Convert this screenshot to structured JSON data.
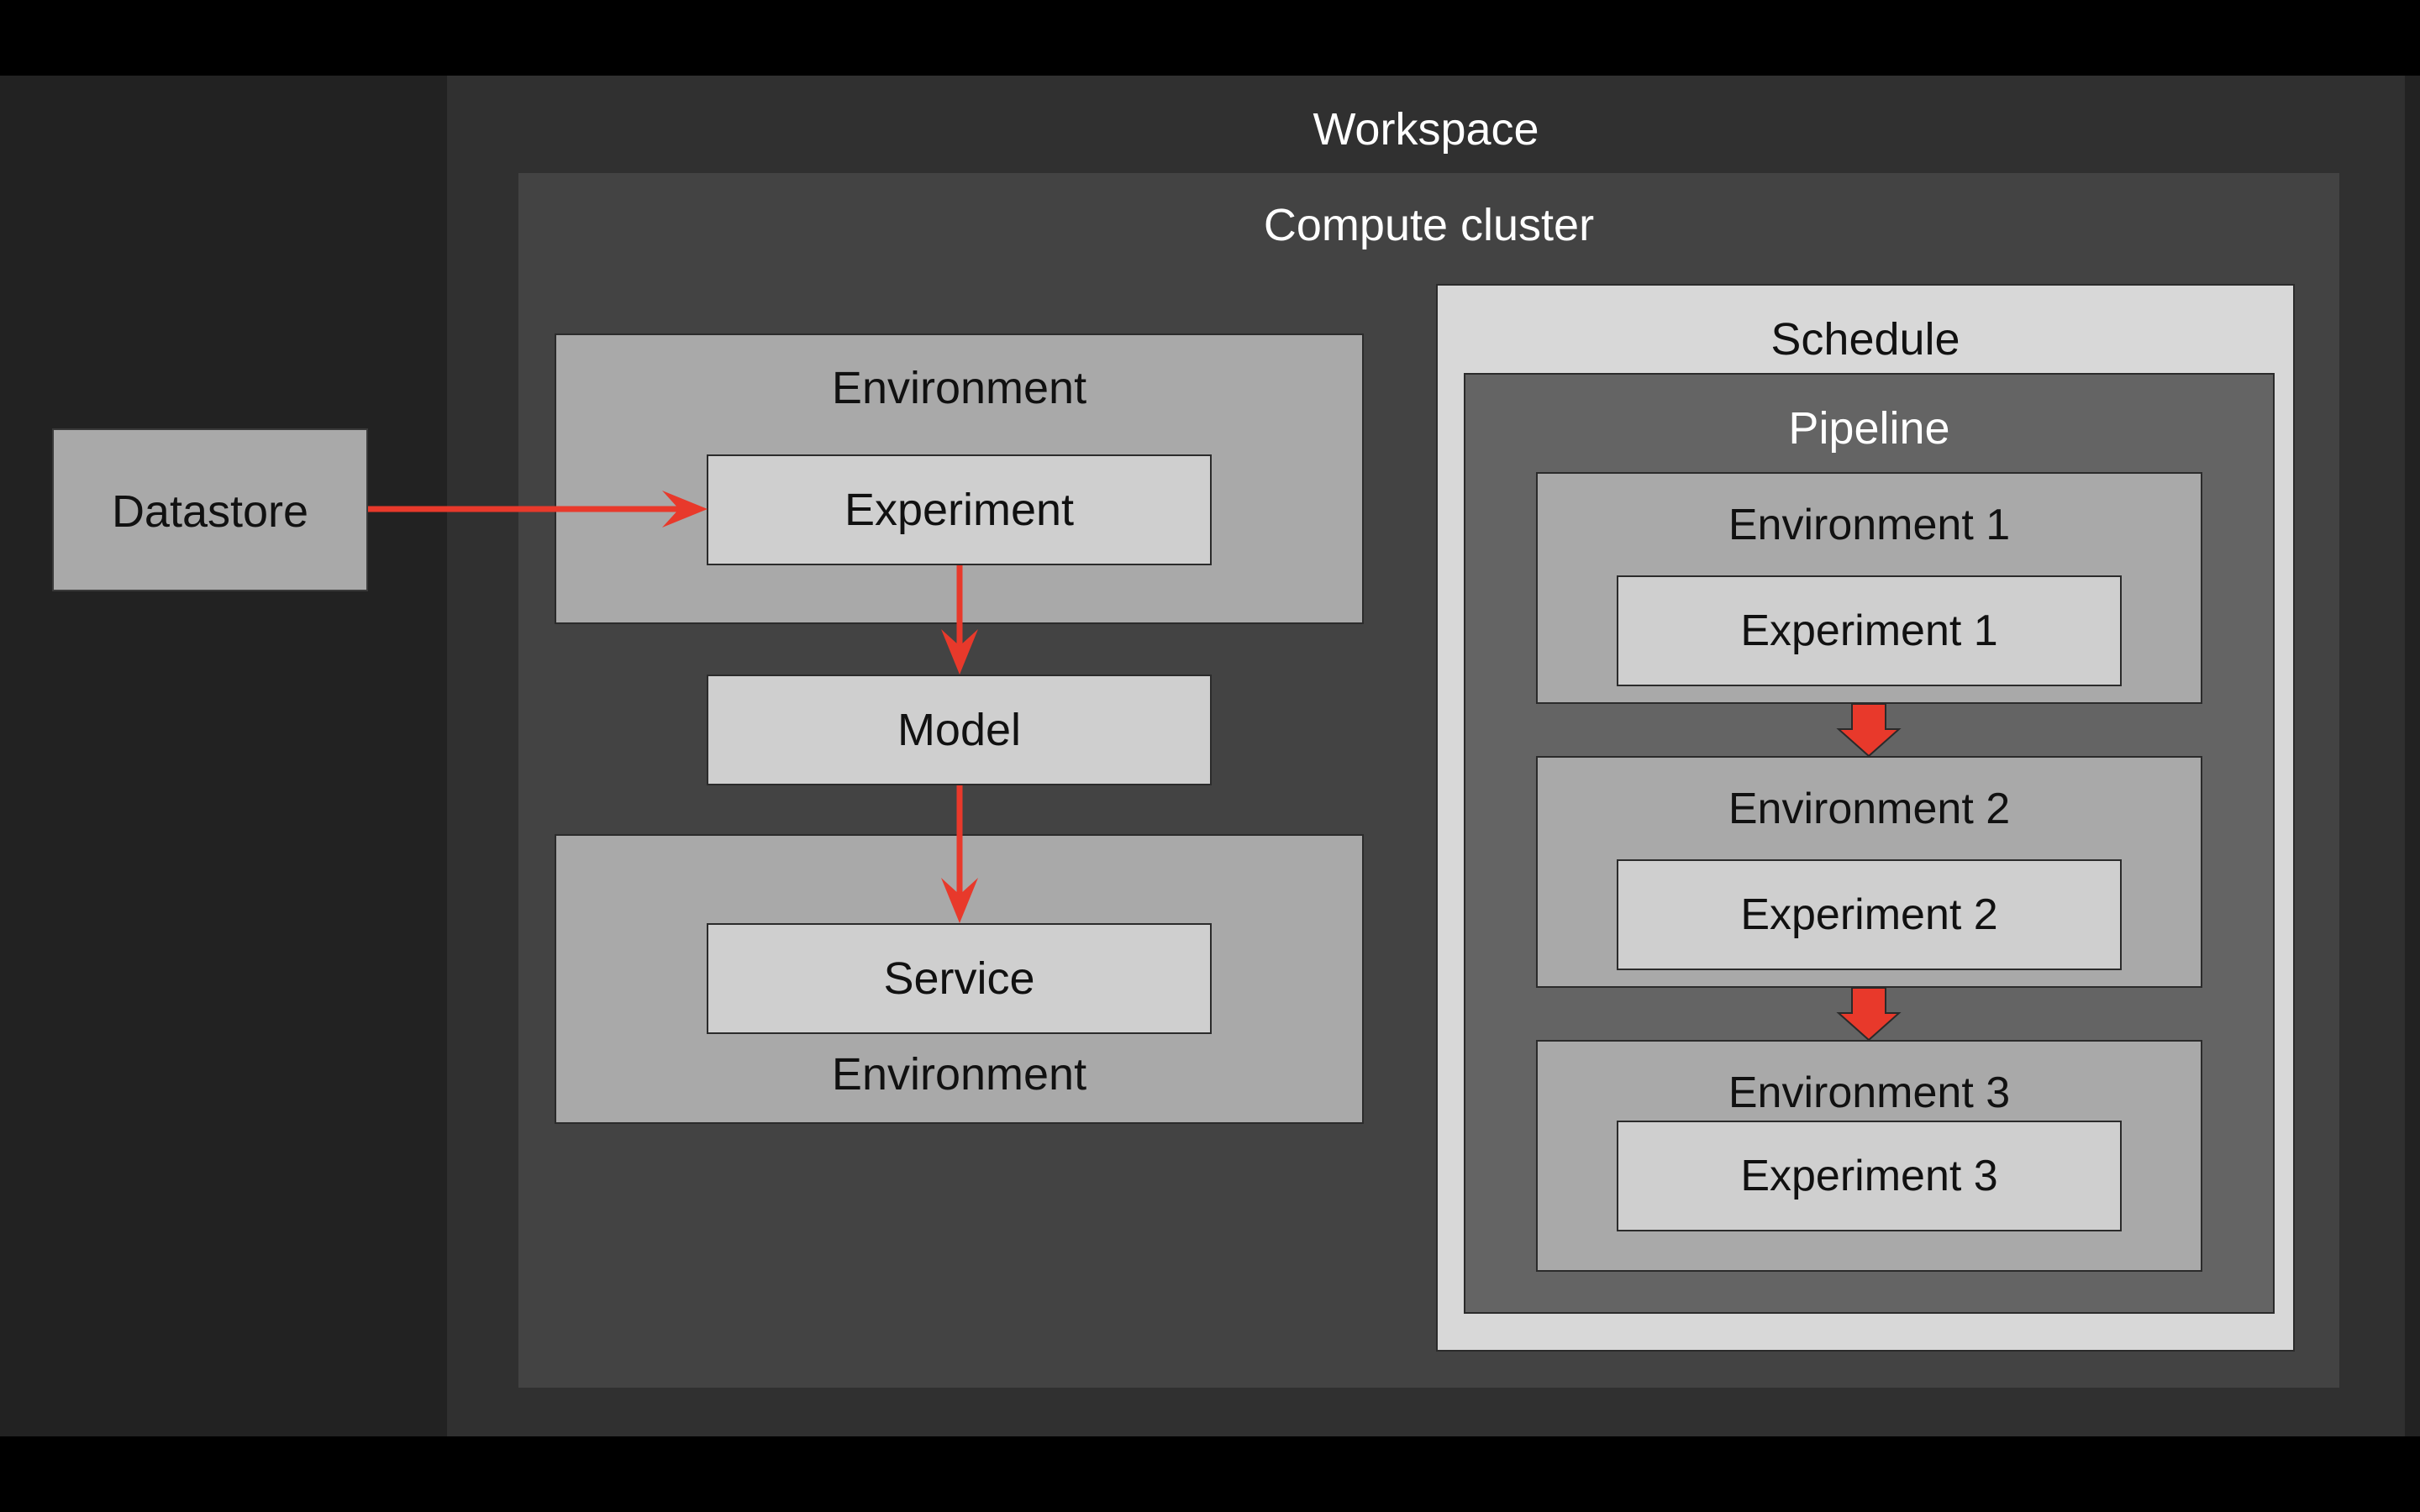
{
  "diagram": {
    "workspace": {
      "title": "Workspace"
    },
    "compute_cluster": {
      "title": "Compute cluster"
    },
    "datastore": {
      "label": "Datastore"
    },
    "environment_top": {
      "label": "Environment"
    },
    "experiment": {
      "label": "Experiment"
    },
    "model": {
      "label": "Model"
    },
    "environment_bottom": {
      "label": "Environment"
    },
    "service": {
      "label": "Service"
    },
    "schedule": {
      "title": "Schedule"
    },
    "pipeline": {
      "title": "Pipeline",
      "stages": [
        {
          "environment": "Environment 1",
          "experiment": "Experiment 1"
        },
        {
          "environment": "Environment 2",
          "experiment": "Experiment 2"
        },
        {
          "environment": "Environment 3",
          "experiment": "Experiment 3"
        }
      ]
    },
    "colors": {
      "arrow": "#e8392b",
      "arrow_stroke": "#2a2a2a",
      "background": "#222222",
      "workspace": "#303030",
      "compute_cluster": "#434343",
      "environment": "#a9a9a9",
      "component": "#cfcfcf",
      "schedule": "#d8d8d8",
      "pipeline": "#646464"
    }
  }
}
